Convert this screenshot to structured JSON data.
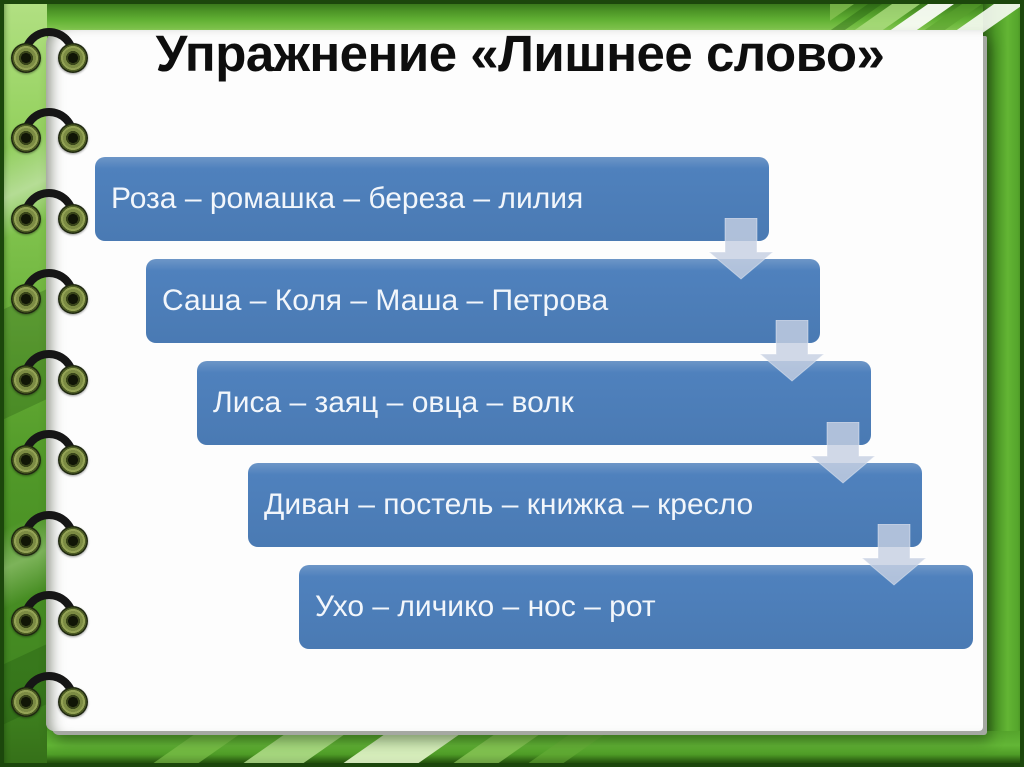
{
  "slide": {
    "title": "Упражнение «Лишнее слово»"
  },
  "process": {
    "steps": [
      "Роза – ромашка – береза – лилия",
      "Саша – Коля – Маша – Петрова",
      "Лиса – заяц – овца – волк",
      "Диван – постель – книжка – кресло",
      "Ухо – личико – нос – рот"
    ]
  },
  "colors": {
    "step_fill": "#4f81bd",
    "step_text": "#f2f6fb",
    "arrow_fill": "#c6d0e2",
    "title_color": "#0e0e0e",
    "page_bg": "#fdfdfd",
    "wire_color": "#161616",
    "frame_bright": "#7cc24a",
    "frame_dark": "#1c470c"
  }
}
